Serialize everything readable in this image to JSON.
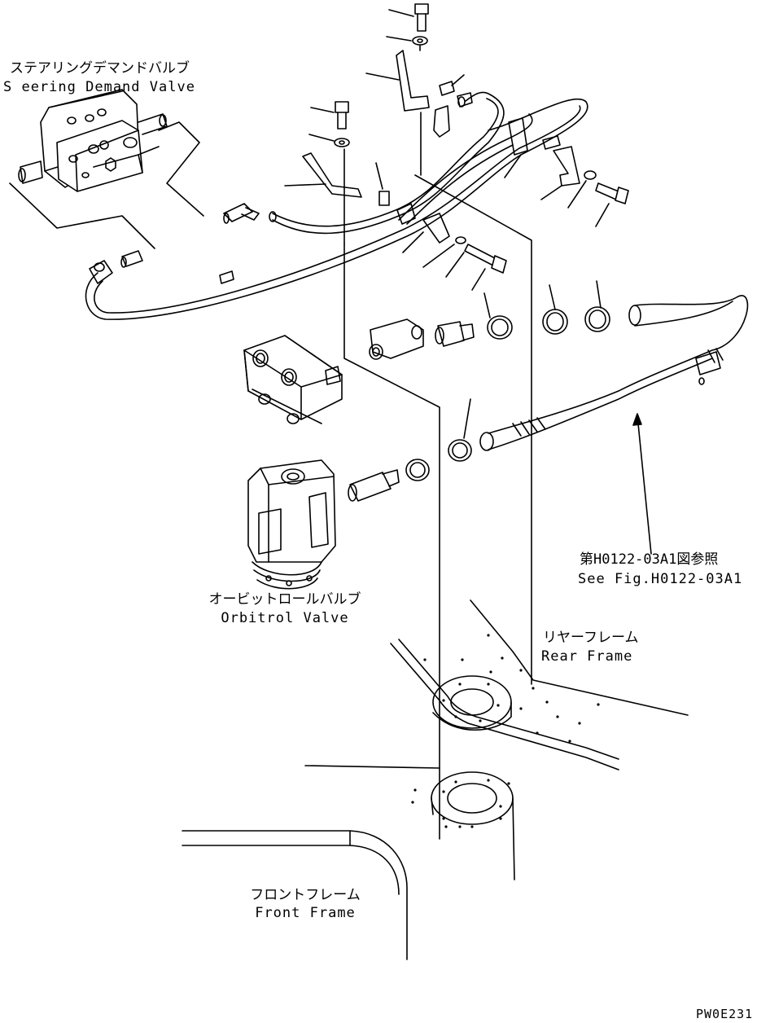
{
  "labels": {
    "steering_valve": {
      "jp": "ステアリングデマンドバルブ",
      "en": "S eering Demand Valve"
    },
    "orbitrol_valve": {
      "jp": "オービットロールバルブ",
      "en": "Orbitrol Valve"
    },
    "see_fig": {
      "jp": "第H0122-03A1図参照",
      "en": "See Fig.H0122-03A1"
    },
    "rear_frame": {
      "jp": "リヤーフレーム",
      "en": "Rear Frame"
    },
    "front_frame": {
      "jp": "フロントフレーム",
      "en": "Front Frame"
    },
    "drawing_code": "PW0E231"
  }
}
